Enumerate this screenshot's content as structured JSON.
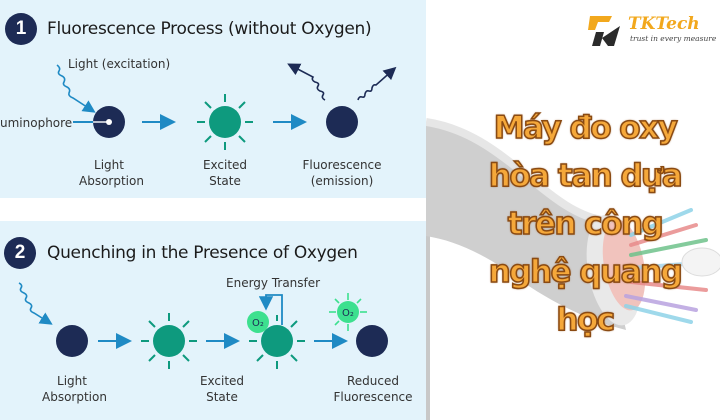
{
  "panel1": {
    "number": "1",
    "title": "Fluorescence Process (without Oxygen)",
    "light_label": "Light (excitation)",
    "luminophore_label": "uminophore",
    "steps": [
      {
        "line1": "Light",
        "line2": "Absorption"
      },
      {
        "line1": "Excited",
        "line2": "State"
      },
      {
        "line1": "Fluorescence",
        "line2": "(emission)"
      }
    ]
  },
  "panel2": {
    "number": "2",
    "title": "Quenching in the Presence of Oxygen",
    "energy_label": "Energy Transfer",
    "o2_label": "O₂",
    "steps": [
      {
        "line1": "Light",
        "line2": "Absorption"
      },
      {
        "line1": "Excited",
        "line2": "State"
      },
      {
        "line1": "Reduced",
        "line2": "Fluorescence"
      }
    ]
  },
  "brand": {
    "name": "TKTech",
    "slogan": "trust in every measure",
    "colors": {
      "orange": "#f2a81d",
      "dark": "#2b2b2b"
    }
  },
  "headline": {
    "lines": [
      "Máy đo oxy",
      "hòa tan dựa",
      "trên công",
      "nghệ quang",
      "học"
    ]
  },
  "colors": {
    "panel_bg": "#e3f3fb",
    "navy": "#1d2b55",
    "teal": "#0e9a7e",
    "arrow_blue": "#1f8ac4",
    "o2_green": "#3de08f",
    "headline_orange": "#f5a83a"
  }
}
